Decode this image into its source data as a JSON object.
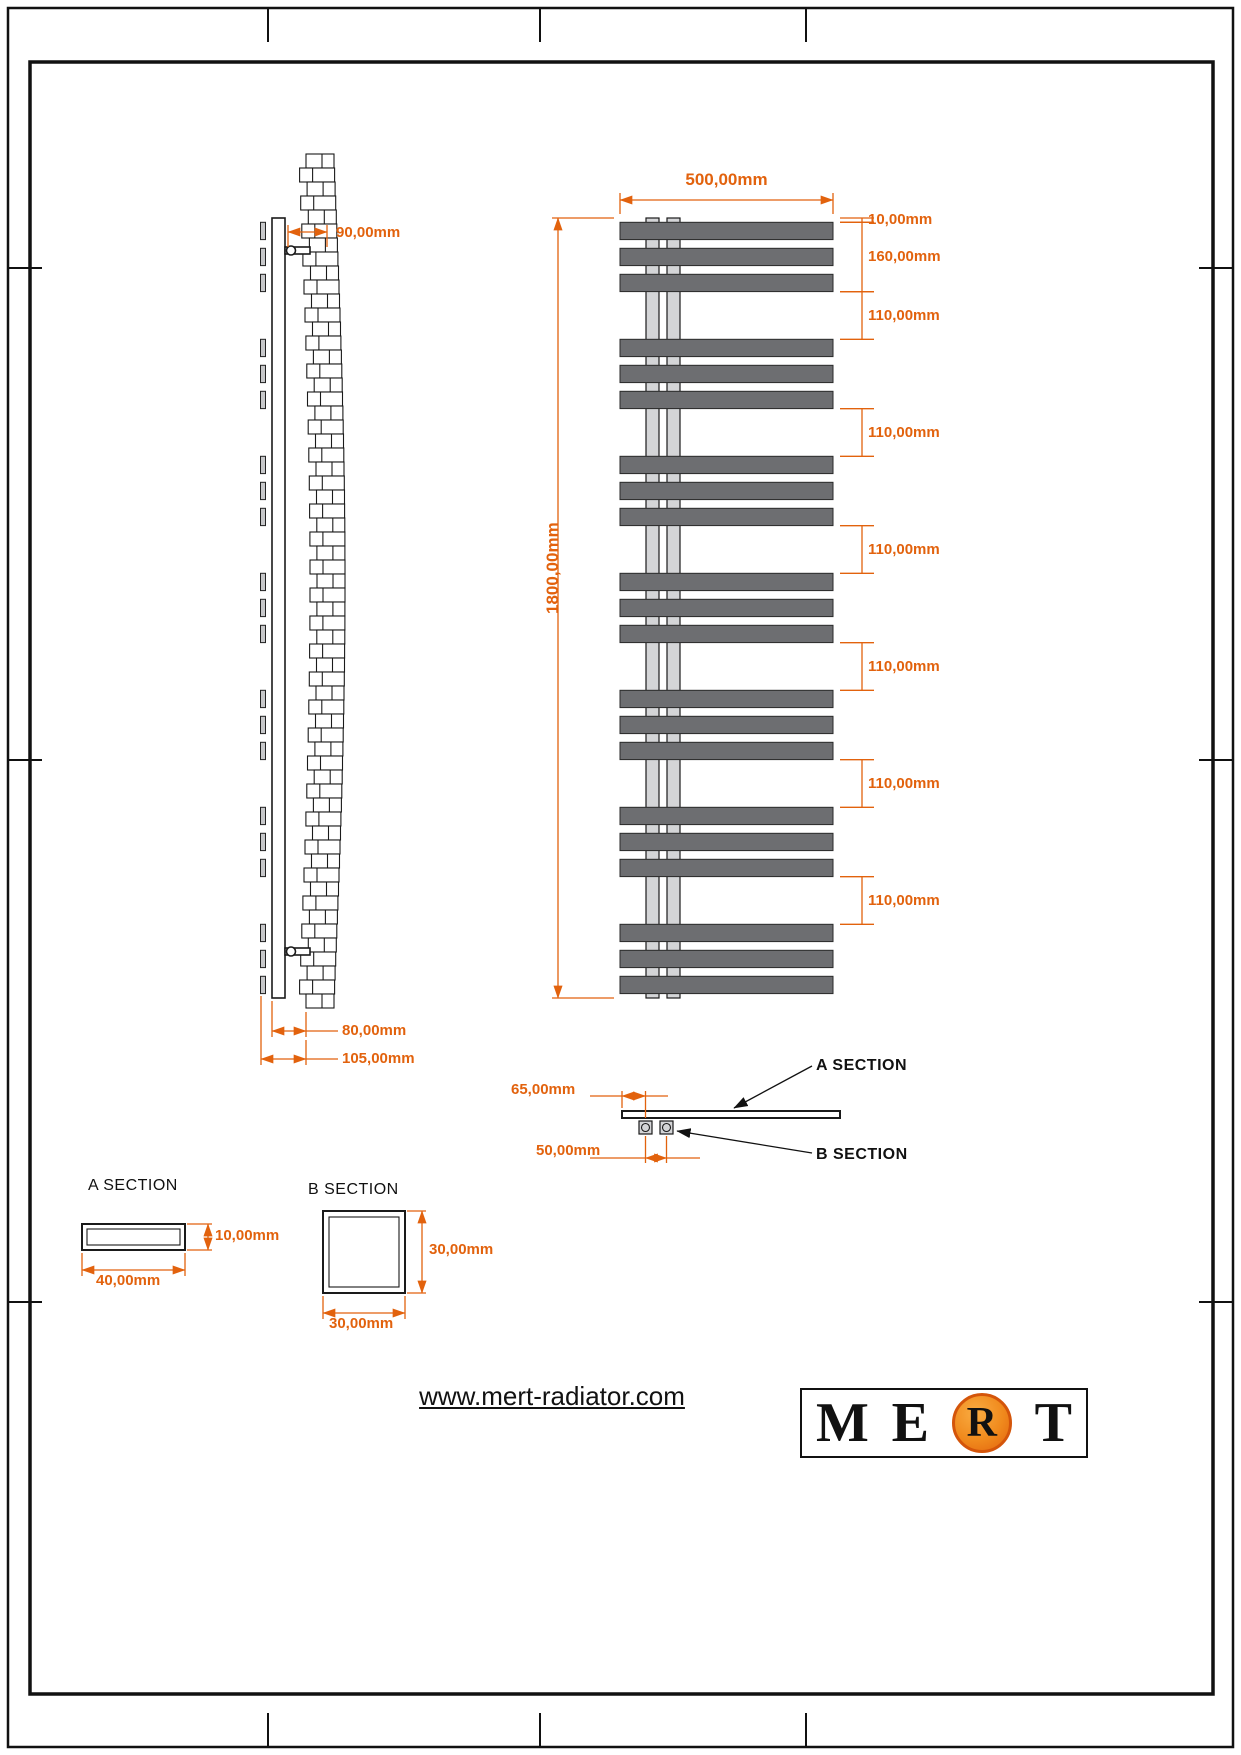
{
  "sheet": {
    "website": "www.mert-radiator.com"
  },
  "logo": {
    "letters": [
      "M",
      "E",
      "R",
      "T"
    ],
    "circle_color": "#ee7203"
  },
  "side_view": {
    "bracket_dim": "90,00mm",
    "wall_to_collector_dim": "80,00mm",
    "wall_to_front_dim": "105,00mm"
  },
  "front_view": {
    "width_dim": "500,00mm",
    "height_dim": "1800,00mm",
    "right_dims": [
      "10,00mm",
      "160,00mm",
      "110,00mm",
      "110,00mm",
      "110,00mm",
      "110,00mm",
      "110,00mm",
      "110,00mm"
    ]
  },
  "plan_section": {
    "edge_to_tube_dim": "65,00mm",
    "tube_spacing_dim": "50,00mm",
    "a_section_label": "A SECTION",
    "b_section_label": "B SECTION"
  },
  "detail_a": {
    "title": "A SECTION",
    "thickness_dim": "10,00mm",
    "width_dim": "40,00mm"
  },
  "detail_b": {
    "title": "B SECTION",
    "height_dim": "30,00mm",
    "width_dim": "30,00mm"
  },
  "colors": {
    "dimension": "#E2620D",
    "bar_fill": "#6d6e71",
    "tube_fill": "#d4d5d7"
  }
}
